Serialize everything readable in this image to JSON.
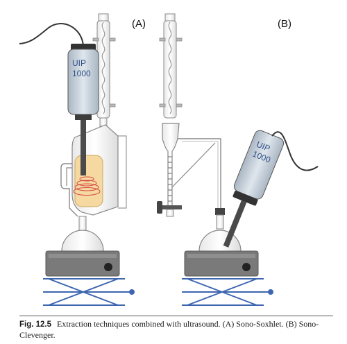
{
  "panels": [
    {
      "label": "(A)",
      "device": {
        "line1": "UIP",
        "line2": "1000"
      }
    },
    {
      "label": "(B)",
      "device": {
        "line1": "UIP",
        "line2": "1000"
      }
    }
  ],
  "caption": {
    "number": "Fig. 12.5",
    "text": "Extraction techniques combined with ultrasound. (A) Sono-Soxhlet. (B) Sono-Clevenger."
  },
  "colors": {
    "glass_stroke": "#8a8a8a",
    "solvent_blue": "#6fa1c9",
    "sample_yellow": "#f6d9a0",
    "probe_body": "#c8d2dc",
    "probe_dark": "#3d3d3d",
    "hotplate": "#7a7a7a",
    "stand_blue": "#3e66b0",
    "ultrasound_waves": "#d64545"
  }
}
